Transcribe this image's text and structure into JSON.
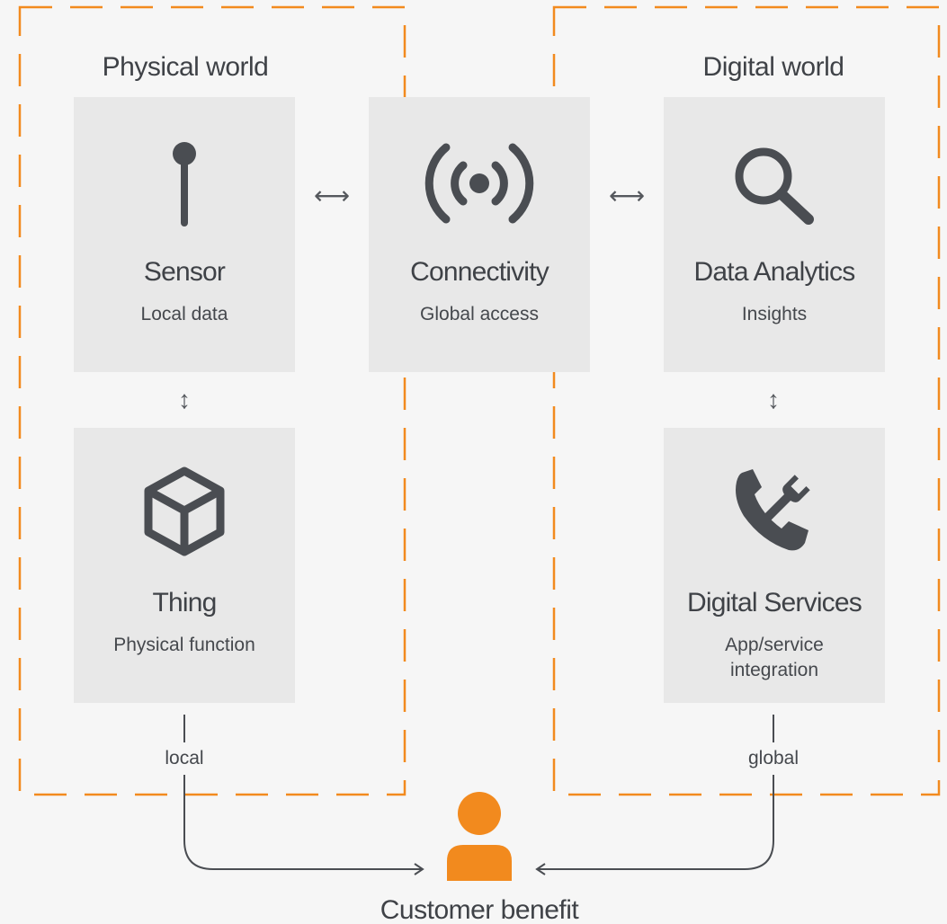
{
  "regions": {
    "physical_title": "Physical world",
    "digital_title": "Digital world"
  },
  "cards": {
    "sensor": {
      "title": "Sensor",
      "subtitle": "Local data",
      "icon": "sensor-pin-icon"
    },
    "connectivity": {
      "title": "Connectivity",
      "subtitle": "Global access",
      "icon": "wireless-signal-icon"
    },
    "analytics": {
      "title": "Data Analytics",
      "subtitle": "Insights",
      "icon": "magnifier-icon"
    },
    "thing": {
      "title": "Thing",
      "subtitle": "Physical function",
      "icon": "cube-icon"
    },
    "services": {
      "title": "Digital Services",
      "subtitle_line1": "App/service",
      "subtitle_line2": "integration",
      "icon": "phone-wrench-icon"
    }
  },
  "connectors": {
    "local_label": "local",
    "global_label": "global",
    "horizontal_glyph": "⟷",
    "vertical_glyph": "↕"
  },
  "footer": {
    "label": "Customer benefit",
    "icon": "person-icon"
  },
  "colors": {
    "accent": "#f28a1e",
    "card_bg": "#e8e8e8",
    "icon": "#4a4d52",
    "background": "#f6f6f6"
  }
}
